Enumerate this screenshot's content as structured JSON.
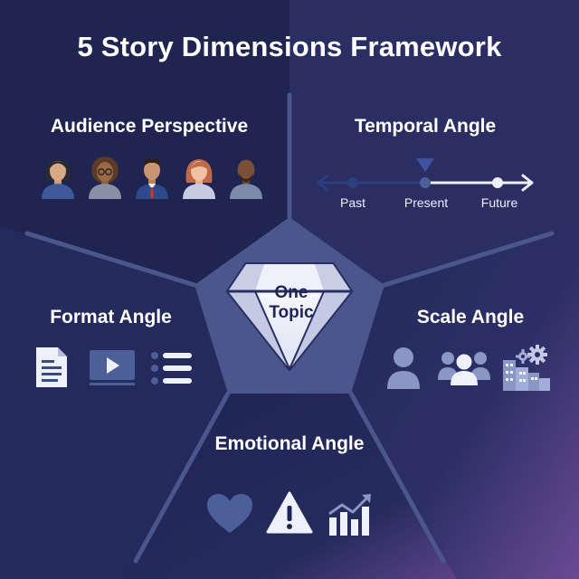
{
  "title": "5 Story Dimensions Framework",
  "center": {
    "text": "One Topic"
  },
  "sections": {
    "audience": {
      "title": "Audience Perspective",
      "icons": [
        "person-woman-icon",
        "person-woman-glasses-icon",
        "person-man-tie-icon",
        "person-woman-red-hair-icon",
        "person-man-bald-icon"
      ]
    },
    "temporal": {
      "title": "Temporal Angle",
      "timeline": {
        "past": "Past",
        "present": "Present",
        "future": "Future"
      }
    },
    "format": {
      "title": "Format Angle",
      "icons": [
        "document-icon",
        "video-play-icon",
        "list-icon"
      ]
    },
    "scale": {
      "title": "Scale Angle",
      "icons": [
        "single-person-icon",
        "group-icon",
        "city-gear-icon"
      ]
    },
    "emotional": {
      "title": "Emotional Angle",
      "icons": [
        "heart-icon",
        "warning-icon",
        "trending-chart-icon"
      ]
    }
  },
  "colors": {
    "background": "#1b1e45",
    "panel_light": "#4a568c",
    "icon_primary": "#4c5f99",
    "icon_light": "#eef0fa",
    "accent_arrow": "#2b3f7e"
  }
}
